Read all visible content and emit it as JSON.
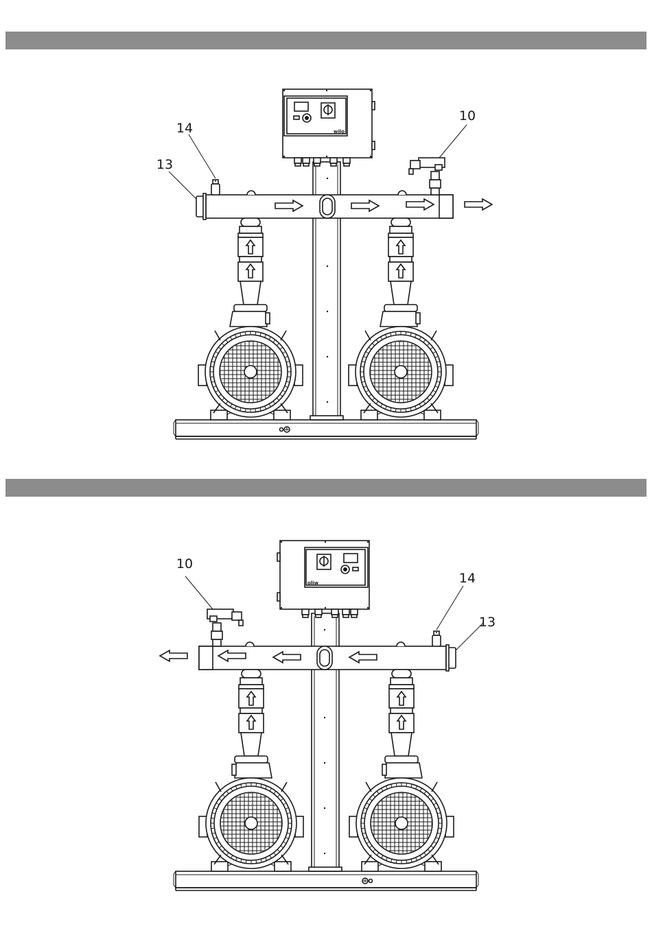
{
  "figures": [
    {
      "id": "top",
      "orientation": "discharge-right",
      "callouts": {
        "c10": "10",
        "c13": "13",
        "c14": "14"
      }
    },
    {
      "id": "bottom",
      "orientation": "discharge-left",
      "callouts": {
        "c10": "10",
        "c13": "13",
        "c14": "14"
      }
    }
  ],
  "controller": {
    "brand_mark": "wilo"
  },
  "colors": {
    "band": "#8c8c8c",
    "line": "#1a1a1a",
    "background": "#ffffff"
  },
  "icons": [
    "flow-arrow-icon",
    "fan-grille-icon",
    "main-switch-icon",
    "control-knob-icon",
    "earth-symbol-icon"
  ]
}
